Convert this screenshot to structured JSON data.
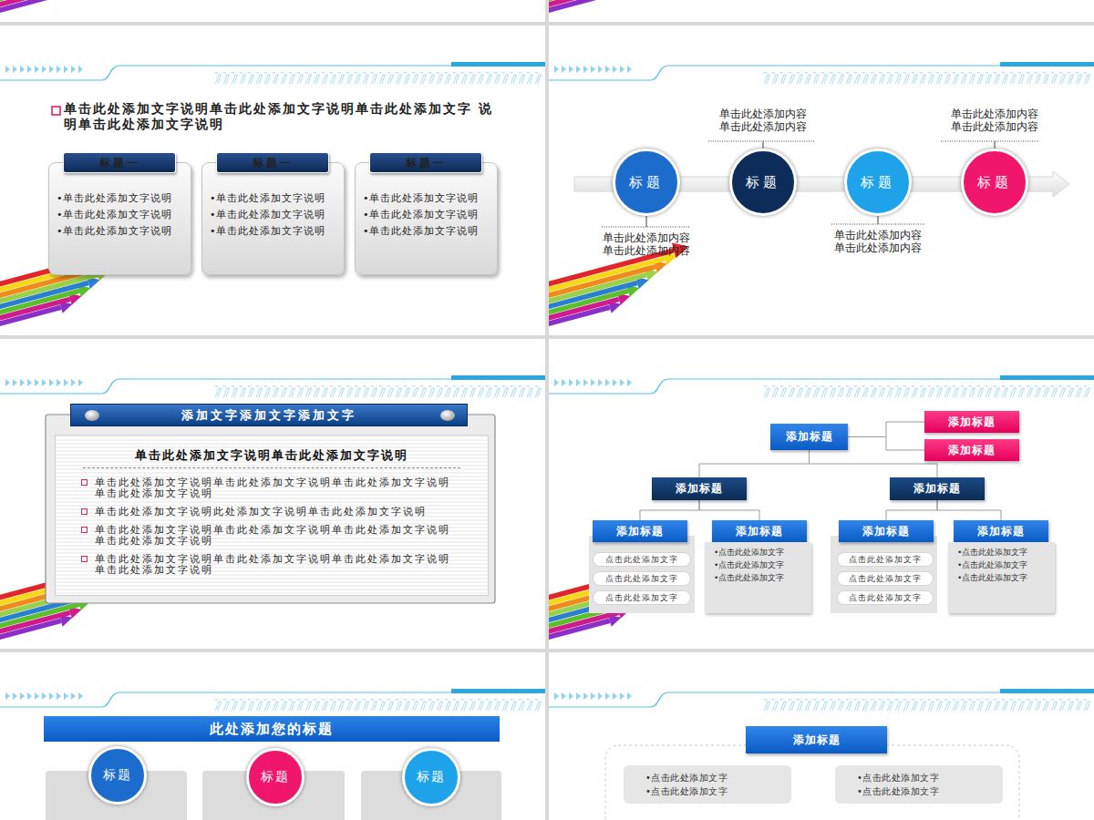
{
  "diagram": {
    "nodes": [
      {
        "text": [
          "•单击此处添加文字说明",
          "•单击此处添加文字说明",
          "•单击此处添加文字说明"
        ]
      },
      {
        "text": [
          "标题一"
        ],
        "in": 0
      },
      {
        "text": [
          "•单击此处添加文字说明",
          "•单击此处添加文字说明",
          "•单击此处添加文字说明"
        ]
      },
      {
        "text": [
          "标题一"
        ],
        "in": 2
      },
      {
        "text": [
          "•单击此处添加文字说明",
          "•单击此处添加文字说明",
          "•单击此处添加文字说明"
        ]
      },
      {
        "text": [
          "标题一"
        ],
        "in": 4
      },
      {
        "text": [
          "标题"
        ]
      },
      {
        "text": [
          "标题"
        ]
      },
      {
        "text": [
          "标题"
        ]
      },
      {
        "text": [
          "标题"
        ]
      },
      {
        "text": [
          "添加文字添加文字添加文字"
        ]
      },
      {
        "text": [
          "单击此处添加文字说明单击此处添加文字说明",
          "单击此处添加文字说明单击此处添加文字说明单击此处添加文字说明 单击此处添加文字说明",
          "单击此处添加文字说明此处添加文字说明单击此处添加文字说明",
          "单击此处添加文字说明单击此处添加文字说明单击此处添加文字说明 单击此处添加文字说明",
          "单击此处添加文字说明单击此处添加文字说明单击此处添加文字说明 单击此处添加文字说明"
        ]
      },
      {
        "text": [
          "添加标题"
        ]
      },
      {
        "text": [
          "添加标题"
        ]
      },
      {
        "text": [
          "添加标题"
        ]
      },
      {
        "text": [
          "添加标题"
        ]
      },
      {
        "text": [
          "添加标题"
        ]
      },
      {
        "text": [
          "添加标题"
        ]
      },
      {
        "text": [
          "添加标题"
        ]
      },
      {
        "text": [
          "添加标题"
        ]
      },
      {
        "text": [
          "添加标题"
        ]
      },
      {
        "text": [
          "点击此处添加文字"
        ]
      },
      {
        "text": [
          "点击此处添加文字"
        ]
      },
      {
        "text": [
          "点击此处添加文字"
        ]
      },
      {
        "text": [
          "•点击此处添加文字",
          "•点击此处添加文字",
          "•点击此处添加文字"
        ]
      },
      {
        "text": [
          "点击此处添加文字"
        ]
      },
      {
        "text": [
          "点击此处添加文字"
        ]
      },
      {
        "text": [
          "点击此处添加文字"
        ]
      },
      {
        "text": [
          "•点击此处添加文字",
          "•点击此处添加文字",
          "•点击此处添加文字"
        ]
      },
      {
        "text": [
          "此处添加您的标题"
        ]
      },
      {
        "text": [
          "标题"
        ]
      },
      {
        "text": [
          "标题"
        ]
      },
      {
        "text": [
          "标题"
        ]
      },
      {
        "text": [
          "添加标题"
        ]
      },
      {
        "text": [
          "•点击此处添加文字",
          "•点击此处添加文字"
        ]
      },
      {
        "text": [
          "•点击此处添加文字",
          "•点击此处添加文字"
        ]
      }
    ],
    "edges": [
      {
        "from": 12,
        "to": 13,
        "arrow": "none"
      },
      {
        "from": 12,
        "to": 14,
        "arrow": "none"
      },
      {
        "from": 12,
        "to": 15,
        "arrow": "none"
      },
      {
        "from": 12,
        "to": 16,
        "arrow": "none"
      },
      {
        "from": 15,
        "to": 17,
        "arrow": "none"
      },
      {
        "from": 15,
        "to": 18,
        "arrow": "none"
      },
      {
        "from": 16,
        "to": 19,
        "arrow": "none"
      },
      {
        "from": 16,
        "to": 20,
        "arrow": "none"
      }
    ],
    "labels": [
      "单击此处添加文字说明单击此处添加文字说明单击此处添加文字 说明单击此处添加文字说明",
      "单击此处添加内容 单击此处添加内容",
      "单击此处添加内容 单击此处添加内容",
      "单击此处添加内容 单击此处添加内容",
      "单击此处添加内容 单击此处添加内容"
    ]
  }
}
